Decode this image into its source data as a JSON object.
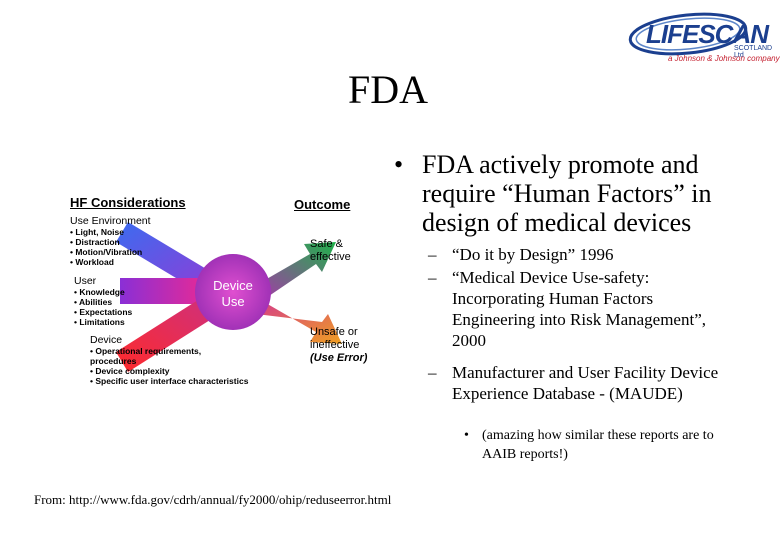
{
  "logo": {
    "name": "LIFESCAN",
    "region": "SCOTLAND Ltd",
    "company": "a Johnson & Johnson company",
    "brand_color": "#1b3f8f",
    "accent_color": "#c41f2f"
  },
  "slide": {
    "title": "FDA",
    "bullets": {
      "main": "FDA actively promote and require “Human Factors” in design of medical devices",
      "subs": [
        "“Do it by Design” 1996",
        "“Medical Device Use-safety: Incorporating Human Factors Engineering into Risk Management”, 2000",
        "Manufacturer and User Facility Device Experience Database - (MAUDE)"
      ],
      "subsub": "(amazing how similar these reports are to AAIB reports!)"
    },
    "source": "From: http://www.fda.gov/cdrh/annual/fy2000/ohip/reduseerror.html"
  },
  "diagram": {
    "hf_title": "HF Considerations",
    "outcome_title": "Outcome",
    "environment": {
      "heading": "Use Environment",
      "items": [
        "Light, Noise",
        "Distraction",
        "Motion/Vibration",
        "Workload"
      ]
    },
    "user": {
      "heading": "User",
      "items": [
        "Knowledge",
        "Abilities",
        "Expectations",
        "Limitations"
      ]
    },
    "device": {
      "heading": "Device",
      "items": [
        "Operational requirements, procedures",
        "Device complexity",
        "Specific user interface characteristics"
      ]
    },
    "center": {
      "line1": "Device",
      "line2": "Use"
    },
    "safe": {
      "line1": "Safe &",
      "line2": "effective"
    },
    "unsafe": {
      "line1": "Unsafe or",
      "line2": "ineffective",
      "line3": "(Use Error)"
    },
    "colors": {
      "env_arrow": "#1f4fd8",
      "user_arrow": "#d21fb4",
      "device_arrow": "#e11d1d",
      "safe_arrow": "#19a64a",
      "unsafe_arrow": "#e3591f",
      "center": "#c040c8"
    }
  }
}
